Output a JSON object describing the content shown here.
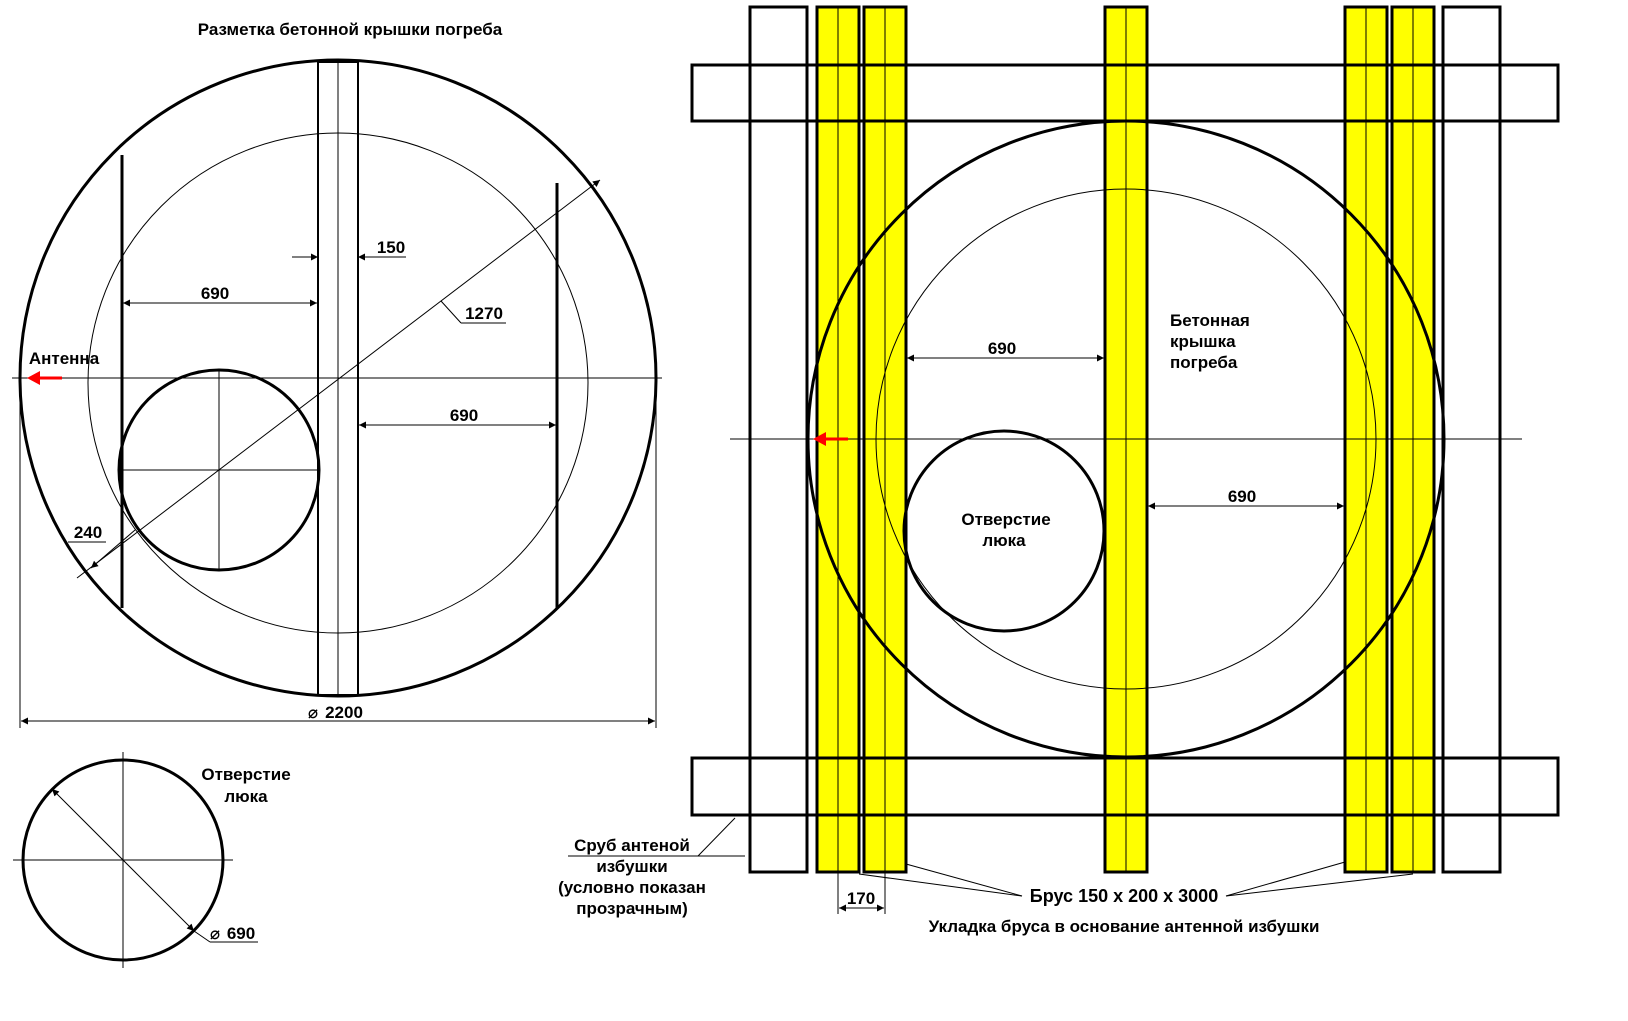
{
  "left": {
    "title": "Разметка бетонной крышки погреба",
    "dim_150": "150",
    "dim_690_a": "690",
    "dim_690_b": "690",
    "dim_1270": "1270",
    "dim_240": "240",
    "antenna_label": "Антенна",
    "diameter": "2200",
    "diameter_symbol": "⌀"
  },
  "hatch": {
    "label_line1": "Отверстие",
    "label_line2": "люка",
    "diameter": "690",
    "diameter_symbol": "⌀"
  },
  "right": {
    "cover_label_line1": "Бетонная",
    "cover_label_line2": "крышка",
    "cover_label_line3": "погреба",
    "hatch_line1": "Отверстие",
    "hatch_line2": "люка",
    "dim_690_a": "690",
    "dim_690_b": "690",
    "dim_170": "170",
    "log_label_line1": "Сруб антеной",
    "log_label_line2": "избушки",
    "log_label_line3": "(условно показан",
    "log_label_line4": "прозрачным)",
    "beam_label": "Брус 150 х 200 х 3000",
    "caption": "Укладка бруса в основание антенной избушки"
  },
  "colors": {
    "beam": "#ffff00",
    "antenna_arrow": "#ff0000",
    "lines": "#000000"
  }
}
